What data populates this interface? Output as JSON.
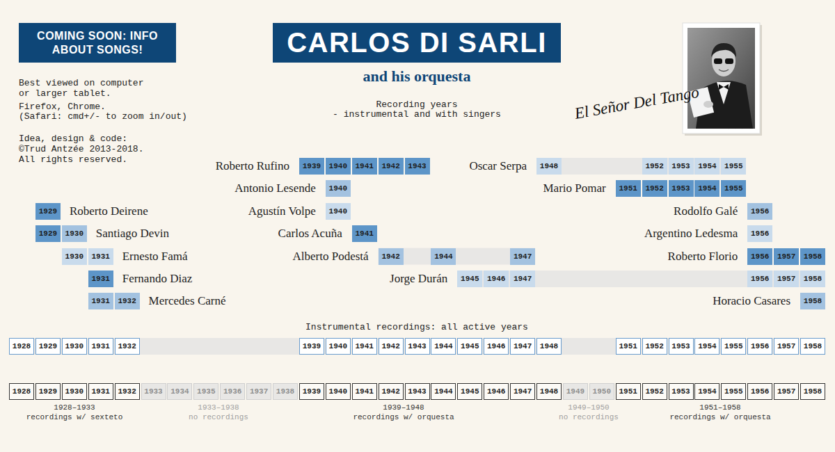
{
  "diagram": {
    "title": "CARLOS DI SARLI",
    "nodes": [
      {
        "text": [
          "COMING SOON: INFO ABOUT SONGS!"
        ]
      },
      {
        "text": [
          "1939"
        ]
      },
      {
        "text": [
          "1940"
        ]
      },
      {
        "text": [
          "1941"
        ]
      },
      {
        "text": [
          "1942"
        ]
      },
      {
        "text": [
          "1943"
        ]
      },
      {
        "text": [
          "1948"
        ]
      },
      {
        "text": [
          "1952"
        ]
      },
      {
        "text": [
          "1953"
        ]
      },
      {
        "text": [
          "1954"
        ]
      },
      {
        "text": [
          "1955"
        ]
      },
      {
        "text": [
          "1940"
        ]
      },
      {
        "text": [
          "1951"
        ]
      },
      {
        "text": [
          "1952"
        ]
      },
      {
        "text": [
          "1953"
        ]
      },
      {
        "text": [
          "1954"
        ]
      },
      {
        "text": [
          "1955"
        ]
      },
      {
        "text": [
          "1929"
        ]
      },
      {
        "text": [
          "1940"
        ]
      },
      {
        "text": [
          "1956"
        ]
      },
      {
        "text": [
          "1929"
        ]
      },
      {
        "text": [
          "1930"
        ]
      },
      {
        "text": [
          "1941"
        ]
      },
      {
        "text": [
          "1956"
        ]
      },
      {
        "text": [
          "1930"
        ]
      },
      {
        "text": [
          "1931"
        ]
      },
      {
        "text": [
          "1942"
        ]
      },
      {
        "text": [
          "1944"
        ]
      },
      {
        "text": [
          "1947"
        ]
      },
      {
        "text": [
          "1956"
        ]
      },
      {
        "text": [
          "1957"
        ]
      },
      {
        "text": [
          "1958"
        ]
      },
      {
        "text": [
          "1931"
        ]
      },
      {
        "text": [
          "1945"
        ]
      },
      {
        "text": [
          "1946"
        ]
      },
      {
        "text": [
          "1947"
        ]
      },
      {
        "text": [
          "1956"
        ]
      },
      {
        "text": [
          "1957"
        ]
      },
      {
        "text": [
          "1958"
        ]
      },
      {
        "text": [
          "1931"
        ]
      },
      {
        "text": [
          "1932"
        ]
      },
      {
        "text": [
          "1958"
        ]
      },
      {
        "text": [
          "1928"
        ]
      },
      {
        "text": [
          "1929"
        ]
      },
      {
        "text": [
          "1930"
        ]
      },
      {
        "text": [
          "1931"
        ]
      },
      {
        "text": [
          "1932"
        ]
      },
      {
        "text": [
          "1939"
        ]
      },
      {
        "text": [
          "1940"
        ]
      },
      {
        "text": [
          "1941"
        ]
      },
      {
        "text": [
          "1942"
        ]
      },
      {
        "text": [
          "1943"
        ]
      },
      {
        "text": [
          "1944"
        ]
      },
      {
        "text": [
          "1945"
        ]
      },
      {
        "text": [
          "1946"
        ]
      },
      {
        "text": [
          "1947"
        ]
      },
      {
        "text": [
          "1948"
        ]
      },
      {
        "text": [
          "1951"
        ]
      },
      {
        "text": [
          "1952"
        ]
      },
      {
        "text": [
          "1953"
        ]
      },
      {
        "text": [
          "1954"
        ]
      },
      {
        "text": [
          "1955"
        ]
      },
      {
        "text": [
          "1956"
        ]
      },
      {
        "text": [
          "1957"
        ]
      },
      {
        "text": [
          "1958"
        ]
      },
      {
        "text": [
          "1928"
        ]
      },
      {
        "text": [
          "1929"
        ]
      },
      {
        "text": [
          "1930"
        ]
      },
      {
        "text": [
          "1931"
        ]
      },
      {
        "text": [
          "1932"
        ]
      },
      {
        "text": [
          "1933"
        ]
      },
      {
        "text": [
          "1934"
        ]
      },
      {
        "text": [
          "1935"
        ]
      },
      {
        "text": [
          "1936"
        ]
      },
      {
        "text": [
          "1937"
        ]
      },
      {
        "text": [
          "1938"
        ]
      },
      {
        "text": [
          "1939"
        ]
      },
      {
        "text": [
          "1940"
        ]
      },
      {
        "text": [
          "1941"
        ]
      },
      {
        "text": [
          "1942"
        ]
      },
      {
        "text": [
          "1943"
        ]
      },
      {
        "text": [
          "1944"
        ]
      },
      {
        "text": [
          "1945"
        ]
      },
      {
        "text": [
          "1946"
        ]
      },
      {
        "text": [
          "1947"
        ]
      },
      {
        "text": [
          "1948"
        ]
      },
      {
        "text": [
          "1949"
        ]
      },
      {
        "text": [
          "1950"
        ]
      },
      {
        "text": [
          "1951"
        ]
      },
      {
        "text": [
          "1952"
        ]
      },
      {
        "text": [
          "1953"
        ]
      },
      {
        "text": [
          "1954"
        ]
      },
      {
        "text": [
          "1955"
        ]
      },
      {
        "text": [
          "1956"
        ]
      },
      {
        "text": [
          "1957"
        ]
      },
      {
        "text": [
          "1958"
        ]
      }
    ],
    "labels": [
      "Best viewed on computer or larger tablet.",
      "Firefox, Chrome.",
      "(Safari: cmd+/- to zoom in/out)",
      "Idea, design & code: ©Trud Antzée 2013-2018. All rights reserved.",
      "and his orquesta",
      "Recording years",
      "- instrumental and with singers",
      "El Señor Del Tango",
      "Roberto Rufino",
      "Oscar Serpa",
      "Antonio Lesende",
      "Mario Pomar",
      "Roberto Deirene",
      "Agustín Volpe",
      "Rodolfo Galé",
      "Santiago Devin",
      "Carlos Acuña",
      "Argentino Ledesma",
      "Ernesto Famá",
      "Alberto Podestá",
      "Roberto Florio",
      "Fernando Diaz",
      "Jorge Durán",
      "Mercedes Carné",
      "Horacio Casares",
      "Instrumental recordings: all active years",
      "1928–1933",
      "recordings w/ sexteto",
      "1933–1938",
      "no recordings",
      "1939–1948",
      "recordings w/ orquesta",
      "1949–1950",
      "no recordings",
      "1951–1958",
      "recordings w/ orquesta"
    ]
  }
}
